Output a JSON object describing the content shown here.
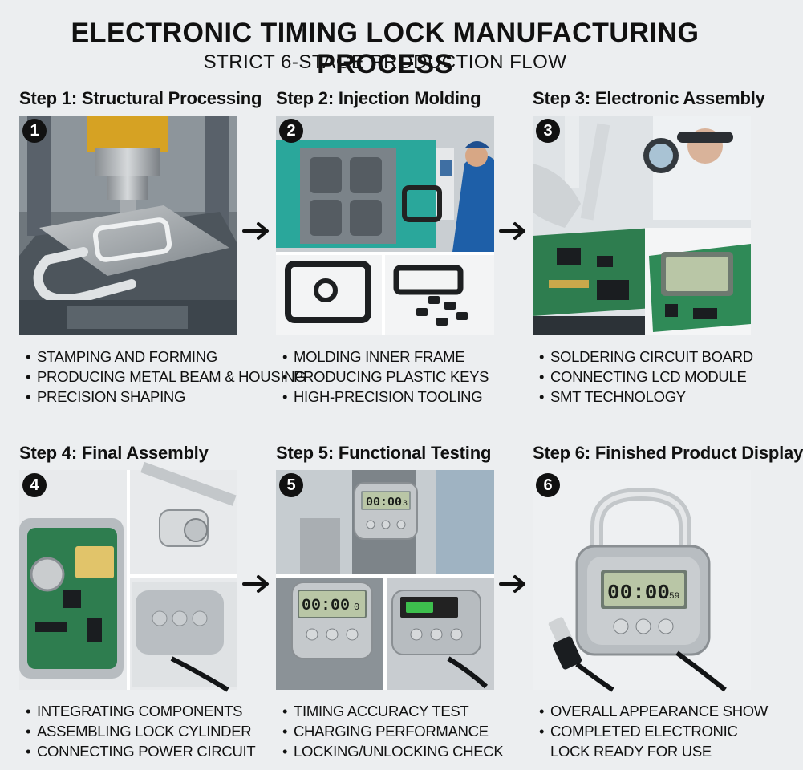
{
  "header": {
    "title": "ELECTRONIC TIMING LOCK MANUFACTURING PROCESS",
    "subtitle": "STRICT 6-STAGE PRODUCTION FLOW"
  },
  "steps": [
    {
      "number": "1",
      "title": "Step 1: Structural Processing",
      "bullets": [
        "STAMPING AND FORMING",
        "PRODUCING METAL BEAM & HOUSING",
        "PRECISION SHAPING"
      ]
    },
    {
      "number": "2",
      "title": "Step 2: Injection Molding",
      "bullets": [
        "MOLDING INNER FRAME",
        "PRODUCING PLASTIC KEYS",
        "HIGH-PRECISION TOOLING"
      ]
    },
    {
      "number": "3",
      "title": "Step 3: Electronic Assembly",
      "bullets": [
        "SOLDERING CIRCUIT BOARD",
        "CONNECTING LCD MODULE",
        "SMT TECHNOLOGY"
      ]
    },
    {
      "number": "4",
      "title": "Step 4: Final Assembly",
      "bullets": [
        "INTEGRATING COMPONENTS",
        "ASSEMBLING LOCK CYLINDER",
        "CONNECTING POWER CIRCUIT"
      ]
    },
    {
      "number": "5",
      "title": "Step 5: Functional Testing",
      "bullets": [
        "TIMING ACCURACY TEST",
        "CHARGING PERFORMANCE",
        "LOCKING/UNLOCKING CHECK"
      ]
    },
    {
      "number": "6",
      "title": "Step 6: Finished Product Display",
      "bullets": [
        "OVERALL APPEARANCE SHOW",
        "COMPLETED ELECTRONIC LOCK READY FOR USE"
      ]
    }
  ],
  "displays": {
    "test_top": "00:00",
    "test_top_small": "3",
    "test_left": "00:00",
    "test_left_small": "0",
    "final": "00:00",
    "final_small": "59"
  },
  "colors": {
    "badge": "#111111",
    "background": "#eceef0",
    "machine_teal": "#2aa79b",
    "pcb_green": "#2e7d4f",
    "lcd": "#b9c6a6"
  }
}
